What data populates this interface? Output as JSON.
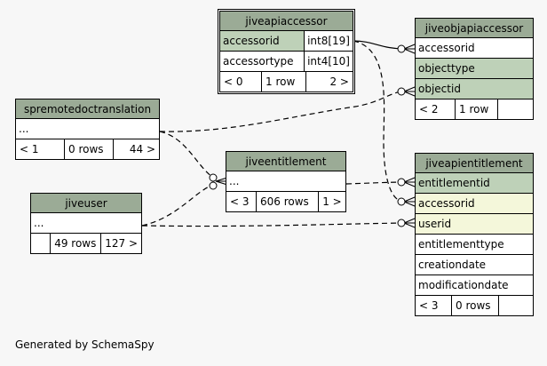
{
  "footer": "Generated by SchemaSpy",
  "tables": {
    "jiveapiaccessor": {
      "name": "jiveapiaccessor",
      "columns": [
        {
          "name": "accessorid",
          "type": "int8[19]"
        },
        {
          "name": "accessortype",
          "type": "int4[10]"
        }
      ],
      "stats": {
        "children": "< 0",
        "rows": "1 row",
        "parents": "2 >"
      }
    },
    "jiveobjapiaccessor": {
      "name": "jiveobjapiaccessor",
      "columns": [
        "accessorid",
        "objecttype",
        "objectid"
      ],
      "stats": {
        "children": "< 2",
        "rows": "1 row",
        "parents": ""
      }
    },
    "spremotedoctranslation": {
      "name": "spremotedoctranslation",
      "columns": [
        "..."
      ],
      "stats": {
        "children": "< 1",
        "rows": "0 rows",
        "parents": "44 >"
      }
    },
    "jiveentitlement": {
      "name": "jiveentitlement",
      "columns": [
        "..."
      ],
      "stats": {
        "children": "< 3",
        "rows": "606 rows",
        "parents": "1 >"
      }
    },
    "jiveapientitlement": {
      "name": "jiveapientitlement",
      "columns": [
        "entitlementid",
        "accessorid",
        "userid",
        "entitlementtype",
        "creationdate",
        "modificationdate"
      ],
      "stats": {
        "children": "< 3",
        "rows": "0 rows",
        "parents": ""
      }
    },
    "jiveuser": {
      "name": "jiveuser",
      "columns": [
        "..."
      ],
      "stats": {
        "children": "",
        "rows": "49 rows",
        "parents": "127 >"
      }
    }
  }
}
